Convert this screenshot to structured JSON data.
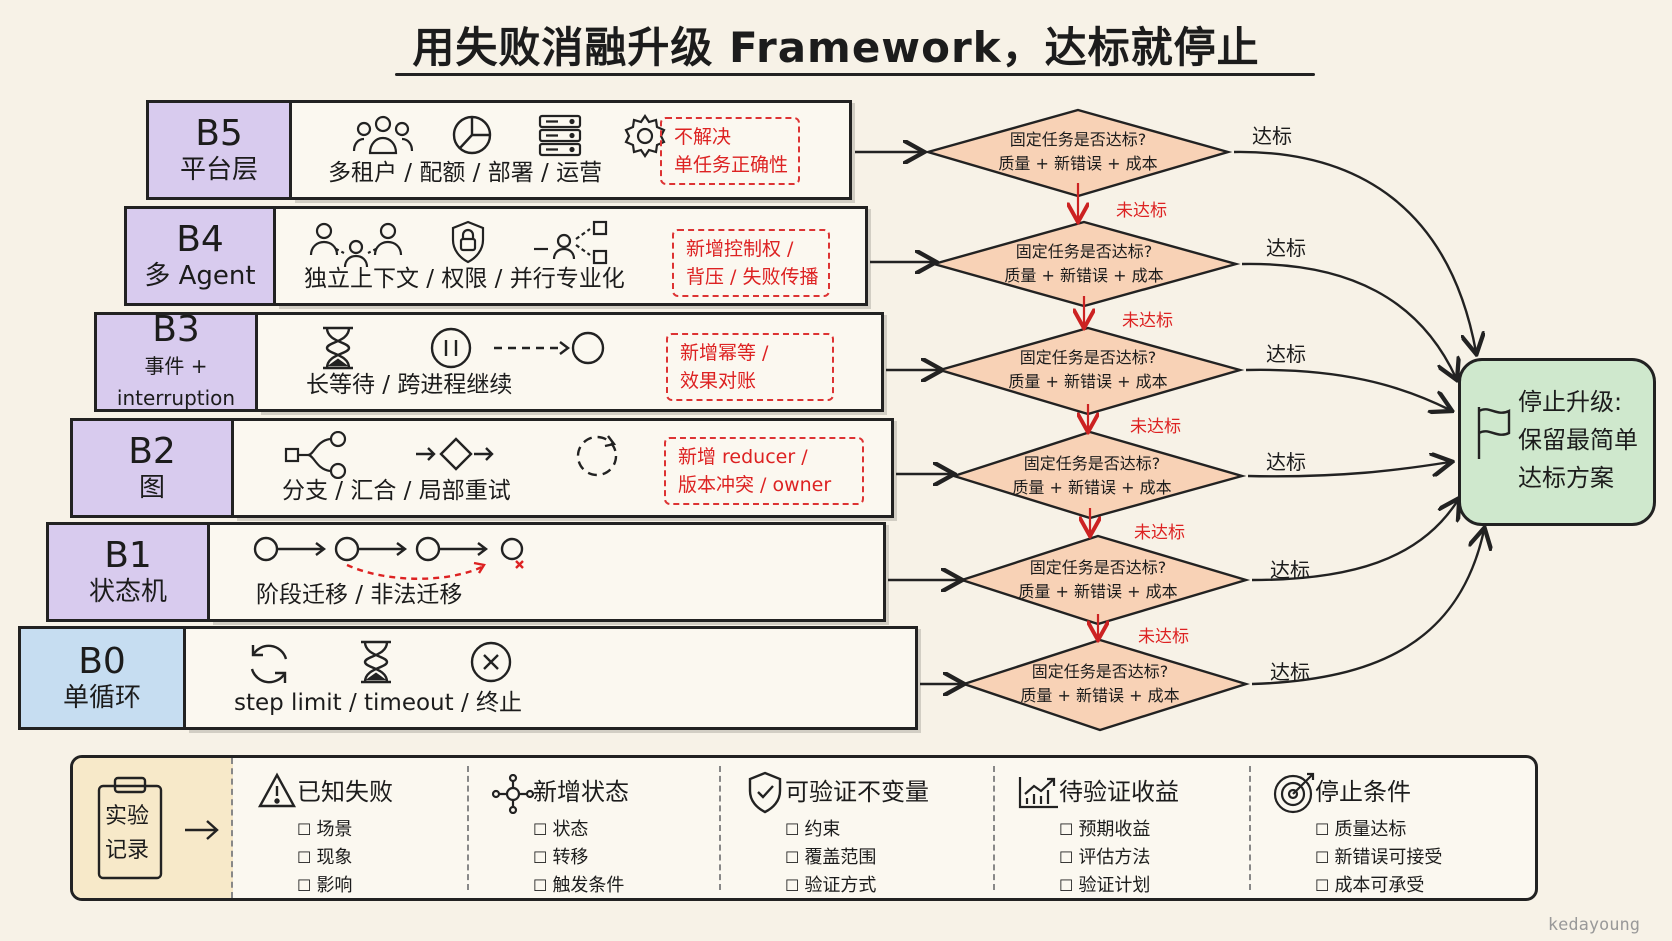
{
  "title": "用失败消融升级 Framework，达标就停止",
  "layers": [
    {
      "code": "B5",
      "sub": "平台层",
      "desc": "多租户 / 配额 / 部署 / 运营",
      "note": [
        "不解决",
        "单任务正确性"
      ],
      "icons": [
        "users-icon",
        "pie-chart-icon",
        "server-icon",
        "gear-icon"
      ]
    },
    {
      "code": "B4",
      "sub": "多 Agent",
      "desc": "独立上下文 / 权限 / 并行专业化",
      "note": [
        "新增控制权 /",
        "背压 / 失败传播"
      ],
      "icons": [
        "agents-icon",
        "lock-icon",
        "parallel-icon"
      ]
    },
    {
      "code": "B3",
      "sub": "事件 + interruption",
      "desc": "长等待 / 跨进程继续",
      "note": [
        "新增幂等 /",
        "效果对账"
      ],
      "icons": [
        "hourglass-icon",
        "pause-icon",
        "resume-icon"
      ]
    },
    {
      "code": "B2",
      "sub": "图",
      "desc": "分支 / 汇合 / 局部重试",
      "note": [
        "新增 reducer /",
        "版本冲突 / owner"
      ],
      "icons": [
        "branch-icon",
        "merge-icon",
        "retry-icon"
      ]
    },
    {
      "code": "B1",
      "sub": "状态机",
      "desc": "阶段迁移 / 非法迁移",
      "note": [],
      "icons": [
        "state-chain-icon"
      ]
    },
    {
      "code": "B0",
      "sub": "单循环",
      "desc": "step limit / timeout / 终止",
      "note": [],
      "icons": [
        "loop-icon",
        "hourglass-icon",
        "stop-icon"
      ]
    }
  ],
  "decision": {
    "line1": "固定任务是否达标?",
    "line2": "质量 + 新错误 + 成本"
  },
  "pass_label": "达标",
  "fail_label": "未达标",
  "stop": {
    "lines": [
      "停止升级:",
      "保留最简单",
      "达标方案"
    ]
  },
  "record": {
    "lead": [
      "实验",
      "记录"
    ],
    "columns": [
      {
        "title": "已知失败",
        "icon": "warning-icon",
        "items": [
          "场景",
          "现象",
          "影响"
        ]
      },
      {
        "title": "新增状态",
        "icon": "nodes-icon",
        "items": [
          "状态",
          "转移",
          "触发条件"
        ]
      },
      {
        "title": "可验证不变量",
        "icon": "shield-check-icon",
        "items": [
          "约束",
          "覆盖范围",
          "验证方式"
        ]
      },
      {
        "title": "待验证收益",
        "icon": "growth-chart-icon",
        "items": [
          "预期收益",
          "评估方法",
          "验证计划"
        ]
      },
      {
        "title": "停止条件",
        "icon": "target-icon",
        "items": [
          "质量达标",
          "新错误可接受",
          "成本可承受"
        ]
      }
    ]
  },
  "signature": "kedayoung",
  "colors": {
    "purple": "#d8cbee",
    "blue": "#c6ddf1",
    "diamond": "#f8d2b6",
    "stop": "#cfe8cd",
    "note_red": "#dd2222",
    "record_lead": "#f7e9c9"
  }
}
